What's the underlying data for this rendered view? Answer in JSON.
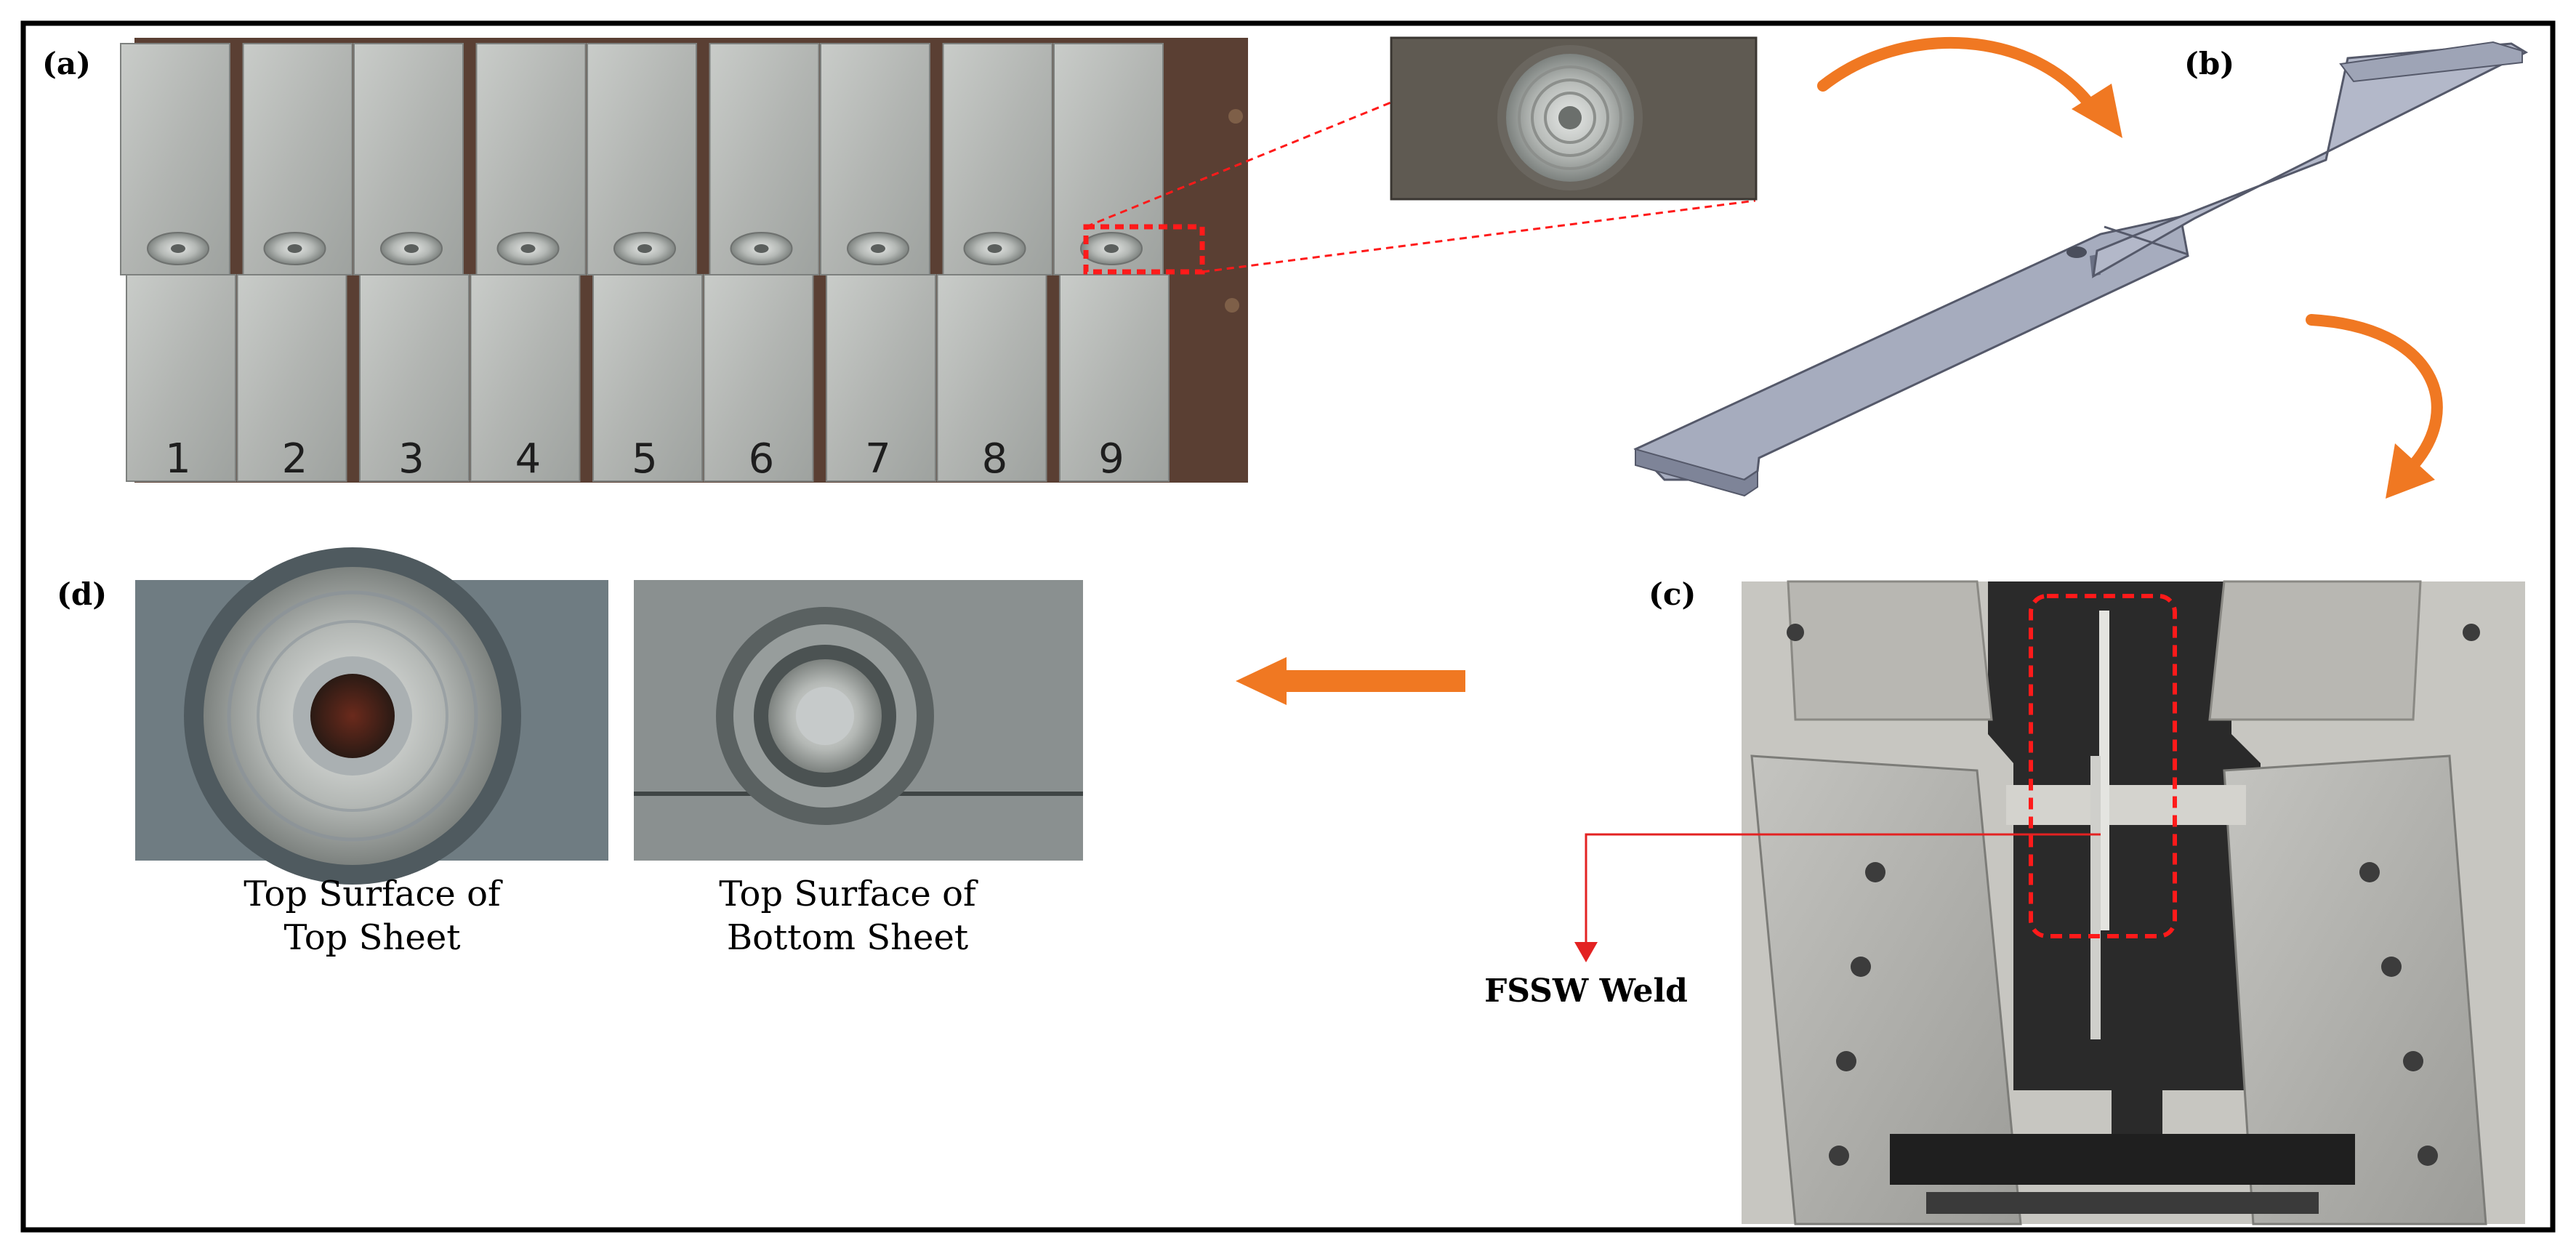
{
  "panels": {
    "a": {
      "label": "(a)",
      "specimen_numbers": [
        "1",
        "2",
        "3",
        "4",
        "5",
        "6",
        "7",
        "8",
        "9"
      ]
    },
    "b": {
      "label": "(b)"
    },
    "c": {
      "label": "(c)",
      "annotation": "FSSW Weld"
    },
    "d": {
      "label": "(d)",
      "captions": [
        {
          "line1": "Top Surface of",
          "line2": "Top Sheet"
        },
        {
          "line1": "Top Surface of",
          "line2": "Bottom Sheet"
        }
      ]
    }
  },
  "colors": {
    "frame": "#000000",
    "flow_arrow": "#f07822",
    "highlight_dash": "#ff1a1a",
    "weld_pointer": "#e32222",
    "cad_coupon": "#a6acbe"
  }
}
